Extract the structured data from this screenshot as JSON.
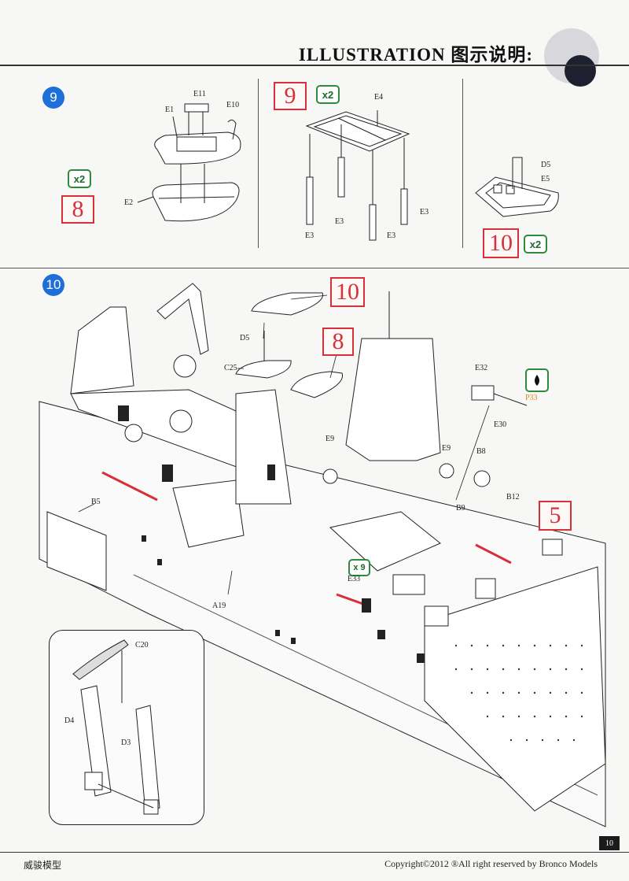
{
  "header": {
    "title": "ILLUSTRATION 图示说明:"
  },
  "steps": {
    "step9_badge": "9",
    "step10_badge": "10"
  },
  "refs": {
    "r8": "8",
    "r9": "9",
    "r10": "10",
    "r10_main": "10",
    "r8_main": "8",
    "r5": "5"
  },
  "quantities": {
    "q_a": "x2",
    "q_b": "x2",
    "q_c": "x2",
    "q_main": "x 9"
  },
  "labels": {
    "E11": "E11",
    "E10": "E10",
    "E1": "E1",
    "E2": "E2",
    "E4": "E4",
    "E3a": "E3",
    "E3b": "E3",
    "E3c": "E3",
    "E3d": "E3",
    "D5": "D5",
    "E5": "E5",
    "D5m": "D5",
    "C25": "C25",
    "E32": "E32",
    "P33": "P33",
    "E30": "E30",
    "E9a": "E9",
    "E9b": "E9",
    "B8": "B8",
    "B9": "B9",
    "B12": "B12",
    "B5": "B5",
    "A19": "A19",
    "E33": "E33",
    "C20": "C20",
    "D4": "D4",
    "D3": "D3"
  },
  "paint_icon": "paint-drop-icon",
  "colors": {
    "ref_red": "#d7303a",
    "qty_green": "#2e8b3e",
    "badge_blue": "#1e6fd9",
    "paint_orange": "#d98a1a"
  },
  "footer": {
    "left": "威骏模型",
    "right": "Copyright©2012 ®All right reserved by Bronco Models",
    "page": "10"
  }
}
